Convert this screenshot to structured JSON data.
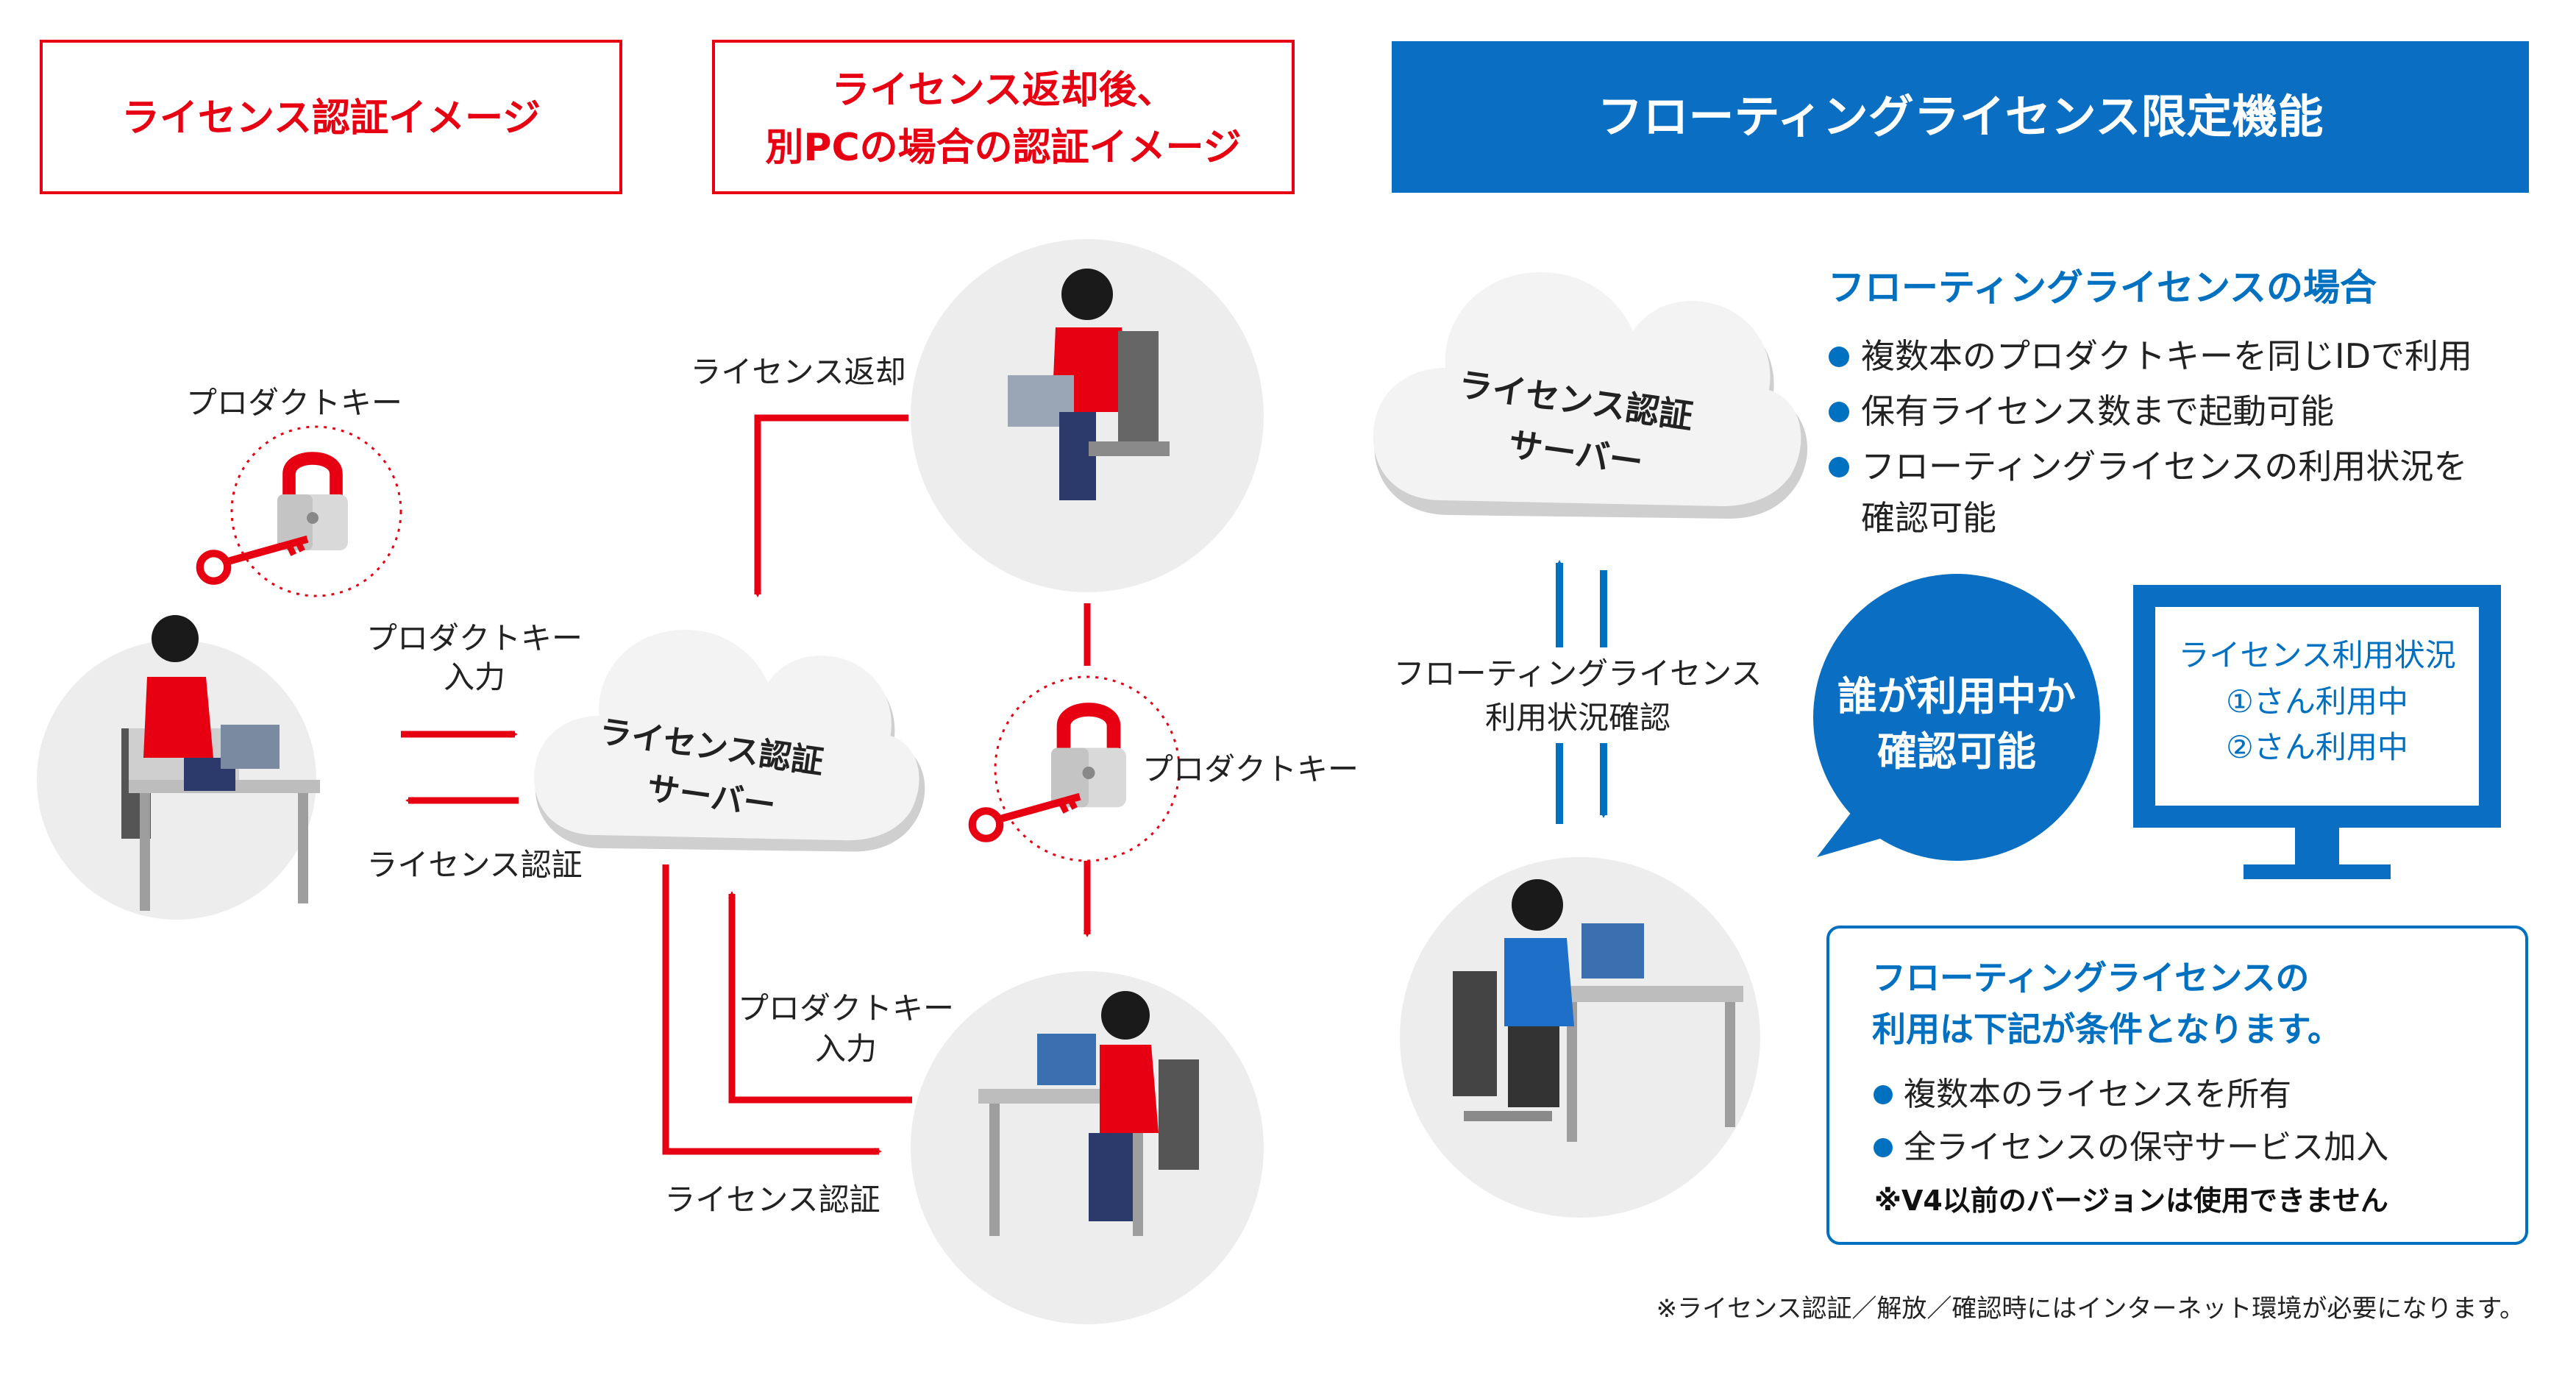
{
  "colors": {
    "red": "#e60012",
    "blue": "#0070c0",
    "panel_blue": "#0a6fc2",
    "grey_circle": "#ededed",
    "cloud": "#f2f2f2",
    "dark_text": "#222222"
  },
  "headers": {
    "section1": "ライセンス認証イメージ",
    "section2_line1": "ライセンス返却後、",
    "section2_line2": "別PCの場合の認証イメージ",
    "section3": "フローティングライセンス限定機能"
  },
  "left": {
    "product_key": "プロダクトキー",
    "key_input_line1": "プロダクトキー",
    "key_input_line2": "入力",
    "license_auth": "ライセンス認証",
    "server_line1": "ライセンス認証",
    "server_line2": "サーバー"
  },
  "middle": {
    "license_return": "ライセンス返却",
    "product_key": "プロダクトキー",
    "key_input_line1": "プロダクトキー",
    "key_input_line2": "入力",
    "license_auth": "ライセンス認証"
  },
  "right": {
    "server_line1": "ライセンス認証",
    "server_line2": "サーバー",
    "status_check_line1": "フローティングライセンス",
    "status_check_line2": "利用状況確認",
    "case_title": "フローティングライセンスの場合",
    "features": [
      "複数本のプロダクトキーを同じIDで利用",
      "保有ライセンス数まで起動可能",
      "フローティングライセンスの利用状況を"
    ],
    "feature_cont": "確認可能",
    "bubble_line1": "誰が利用中か",
    "bubble_line2": "確認可能",
    "monitor_title": "ライセンス利用状況",
    "monitor_line1": "①さん利用中",
    "monitor_line2": "②さん利用中",
    "conditions_title_line1": "フローティングライセンスの",
    "conditions_title_line2": "利用は下記が条件となります。",
    "conditions": [
      "複数本のライセンスを所有",
      "全ライセンスの保守サービス加入"
    ],
    "note_v4": "※V4以前のバージョンは使用できません"
  },
  "footnote": "※ライセンス認証／解放／確認時にはインターネット環境が必要になります。"
}
